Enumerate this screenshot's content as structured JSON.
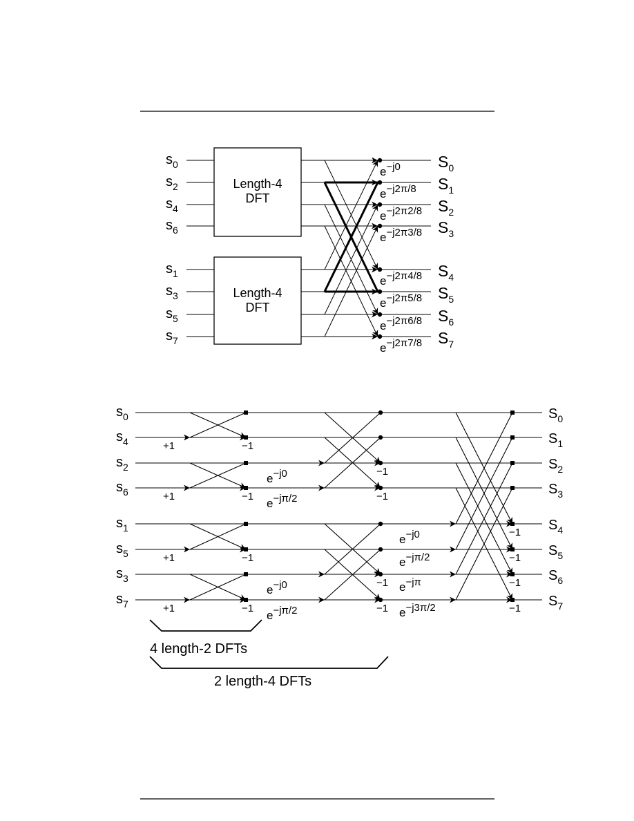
{
  "diagram1": {
    "dft_box_line1": "Length-4",
    "dft_box_line2": "DFT",
    "inputs": [
      {
        "base": "s",
        "sub": "0"
      },
      {
        "base": "s",
        "sub": "2"
      },
      {
        "base": "s",
        "sub": "4"
      },
      {
        "base": "s",
        "sub": "6"
      },
      {
        "base": "s",
        "sub": "1"
      },
      {
        "base": "s",
        "sub": "3"
      },
      {
        "base": "s",
        "sub": "5"
      },
      {
        "base": "s",
        "sub": "7"
      }
    ],
    "outputs": [
      {
        "base": "S",
        "sub": "0"
      },
      {
        "base": "S",
        "sub": "1"
      },
      {
        "base": "S",
        "sub": "2"
      },
      {
        "base": "S",
        "sub": "3"
      },
      {
        "base": "S",
        "sub": "4"
      },
      {
        "base": "S",
        "sub": "5"
      },
      {
        "base": "S",
        "sub": "6"
      },
      {
        "base": "S",
        "sub": "7"
      }
    ],
    "twiddles": [
      {
        "base": "e",
        "exp": "−j0"
      },
      {
        "base": "e",
        "exp": "−j2π/8"
      },
      {
        "base": "e",
        "exp": "−j2π2/8"
      },
      {
        "base": "e",
        "exp": "−j2π3/8"
      },
      {
        "base": "e",
        "exp": "−j2π4/8"
      },
      {
        "base": "e",
        "exp": "−j2π5/8"
      },
      {
        "base": "e",
        "exp": "−j2π6/8"
      },
      {
        "base": "e",
        "exp": "−j2π7/8"
      }
    ]
  },
  "diagram2": {
    "inputs": [
      {
        "base": "s",
        "sub": "0"
      },
      {
        "base": "s",
        "sub": "4"
      },
      {
        "base": "s",
        "sub": "2"
      },
      {
        "base": "s",
        "sub": "6"
      },
      {
        "base": "s",
        "sub": "1"
      },
      {
        "base": "s",
        "sub": "5"
      },
      {
        "base": "s",
        "sub": "3"
      },
      {
        "base": "s",
        "sub": "7"
      }
    ],
    "outputs": [
      {
        "base": "S",
        "sub": "0"
      },
      {
        "base": "S",
        "sub": "1"
      },
      {
        "base": "S",
        "sub": "2"
      },
      {
        "base": "S",
        "sub": "3"
      },
      {
        "base": "S",
        "sub": "4"
      },
      {
        "base": "S",
        "sub": "5"
      },
      {
        "base": "S",
        "sub": "6"
      },
      {
        "base": "S",
        "sub": "7"
      }
    ],
    "plus_one": "+1",
    "minus_one": "−1",
    "stage2_twiddles": [
      {
        "base": "e",
        "exp": "−j0"
      },
      {
        "base": "e",
        "exp": "−jπ/2"
      },
      {
        "base": "e",
        "exp": "−j0"
      },
      {
        "base": "e",
        "exp": "−jπ/2"
      }
    ],
    "stage3_twiddles": [
      {
        "base": "e",
        "exp": "−j0"
      },
      {
        "base": "e",
        "exp": "−jπ/2"
      },
      {
        "base": "e",
        "exp": "−jπ"
      },
      {
        "base": "e",
        "exp": "−j3π/2"
      }
    ],
    "brace1_label": "4 length-2 DFTs",
    "brace2_label": "2 length-4 DFTs"
  }
}
